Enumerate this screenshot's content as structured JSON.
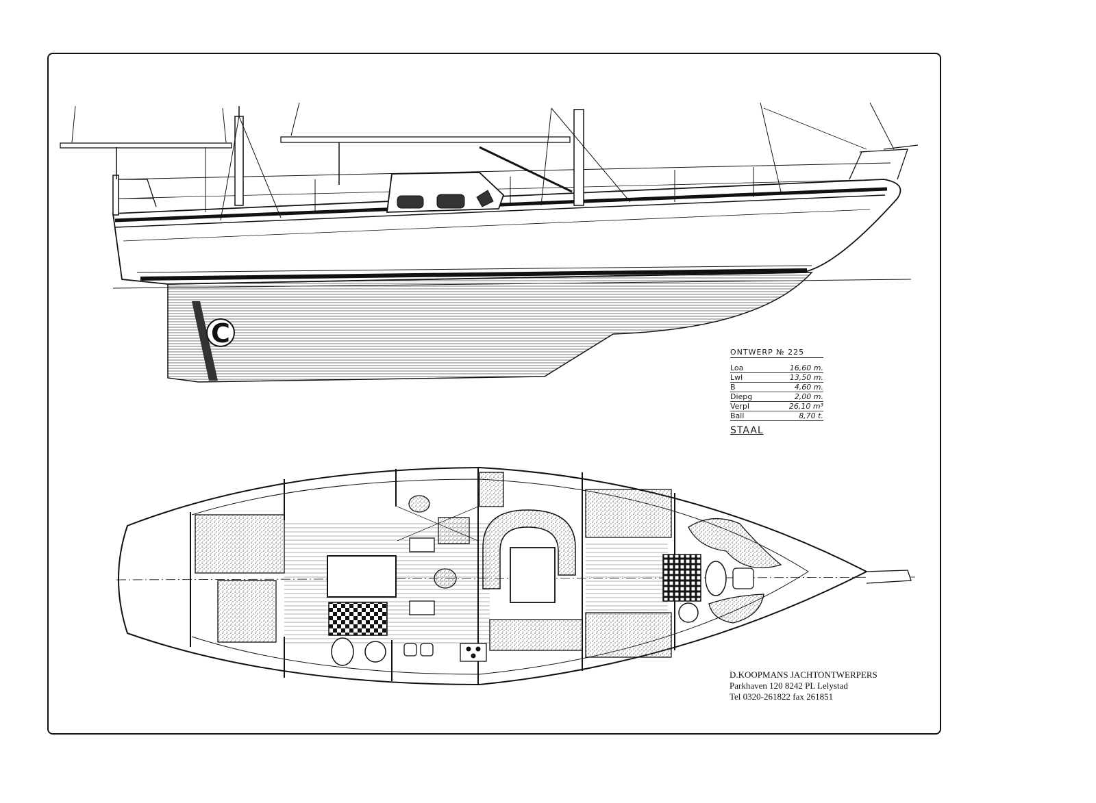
{
  "spec_block": {
    "title": "ONTWERP № 225",
    "rows": [
      {
        "label": "Loa",
        "value": "16,60 m."
      },
      {
        "label": "Lwl",
        "value": "13,50 m."
      },
      {
        "label": "B",
        "value": "4,60 m."
      },
      {
        "label": "Diepg",
        "value": "2,00 m."
      },
      {
        "label": "Verpl",
        "value": "26,10 m³"
      },
      {
        "label": "Ball",
        "value": "8,70 t."
      }
    ],
    "material": "STAAL"
  },
  "designer": {
    "name": "D.KOOPMANS JACHTONTWERPERS",
    "address": "Parkhaven 120 8242 PL Lelystad",
    "phone": "Tel 0320-261822 fax 261851"
  },
  "keel_logo_letter": "C",
  "colors": {
    "ink": "#111111",
    "paper": "#ffffff",
    "hatch": "#555555",
    "stipple": "#888888"
  }
}
